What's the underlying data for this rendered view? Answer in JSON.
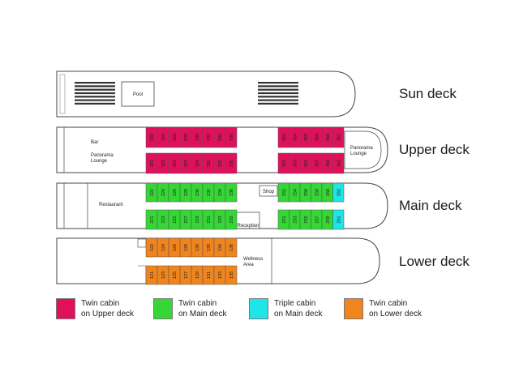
{
  "colors": {
    "twin_upper": "#e0105a",
    "twin_main": "#36d636",
    "triple_main": "#1ee5e8",
    "twin_lower": "#f0851e",
    "outline": "#444444"
  },
  "decks": {
    "sun": {
      "name": "Sun deck",
      "pool": "Pool"
    },
    "upper": {
      "name": "Upper deck",
      "bar": "Bar",
      "lounge_left": [
        "Panorama",
        "Lounge"
      ],
      "lounge_right": [
        "Panorama",
        "Lounge"
      ],
      "cabins_fwd_top": [
        "322",
        "324",
        "326",
        "328",
        "330",
        "332",
        "334",
        "336"
      ],
      "cabins_fwd_bottom": [
        "321",
        "323",
        "325",
        "327",
        "329",
        "331",
        "333",
        "335"
      ],
      "cabins_aft_top": [
        "352",
        "354",
        "356",
        "358",
        "360",
        "362"
      ],
      "cabins_aft_bottom": [
        "351",
        "353",
        "355",
        "357",
        "359",
        "361"
      ]
    },
    "main": {
      "name": "Main deck",
      "restaurant": "Restaurant",
      "shop": "Shop",
      "reception": "Reception",
      "cabins_fwd_top": [
        "222",
        "224",
        "226",
        "228",
        "230",
        "232",
        "234",
        "236"
      ],
      "cabins_fwd_bottom": [
        "221",
        "223",
        "225",
        "227",
        "229",
        "231",
        "233",
        "235"
      ],
      "cabins_aft_top": [
        "252",
        "254",
        "256",
        "258",
        "260",
        "262"
      ],
      "cabins_aft_bottom": [
        "251",
        "253",
        "255",
        "257",
        "259",
        "261"
      ],
      "triple_cabins": [
        "261",
        "262"
      ]
    },
    "lower": {
      "name": "Lower deck",
      "wellness": [
        "Wellness",
        "Area"
      ],
      "cabins_top": [
        "122",
        "124",
        "126",
        "128",
        "130",
        "132",
        "134",
        "136"
      ],
      "cabins_bottom": [
        "121",
        "123",
        "125",
        "127",
        "129",
        "131",
        "133",
        "135"
      ]
    }
  },
  "legend": [
    {
      "color_key": "twin_upper",
      "line1": "Twin cabin",
      "line2": "on Upper deck"
    },
    {
      "color_key": "twin_main",
      "line1": "Twin cabin",
      "line2": "on Main deck"
    },
    {
      "color_key": "triple_main",
      "line1": "Triple cabin",
      "line2": "on Main deck"
    },
    {
      "color_key": "twin_lower",
      "line1": "Twin cabin",
      "line2": "on Lower deck"
    }
  ]
}
